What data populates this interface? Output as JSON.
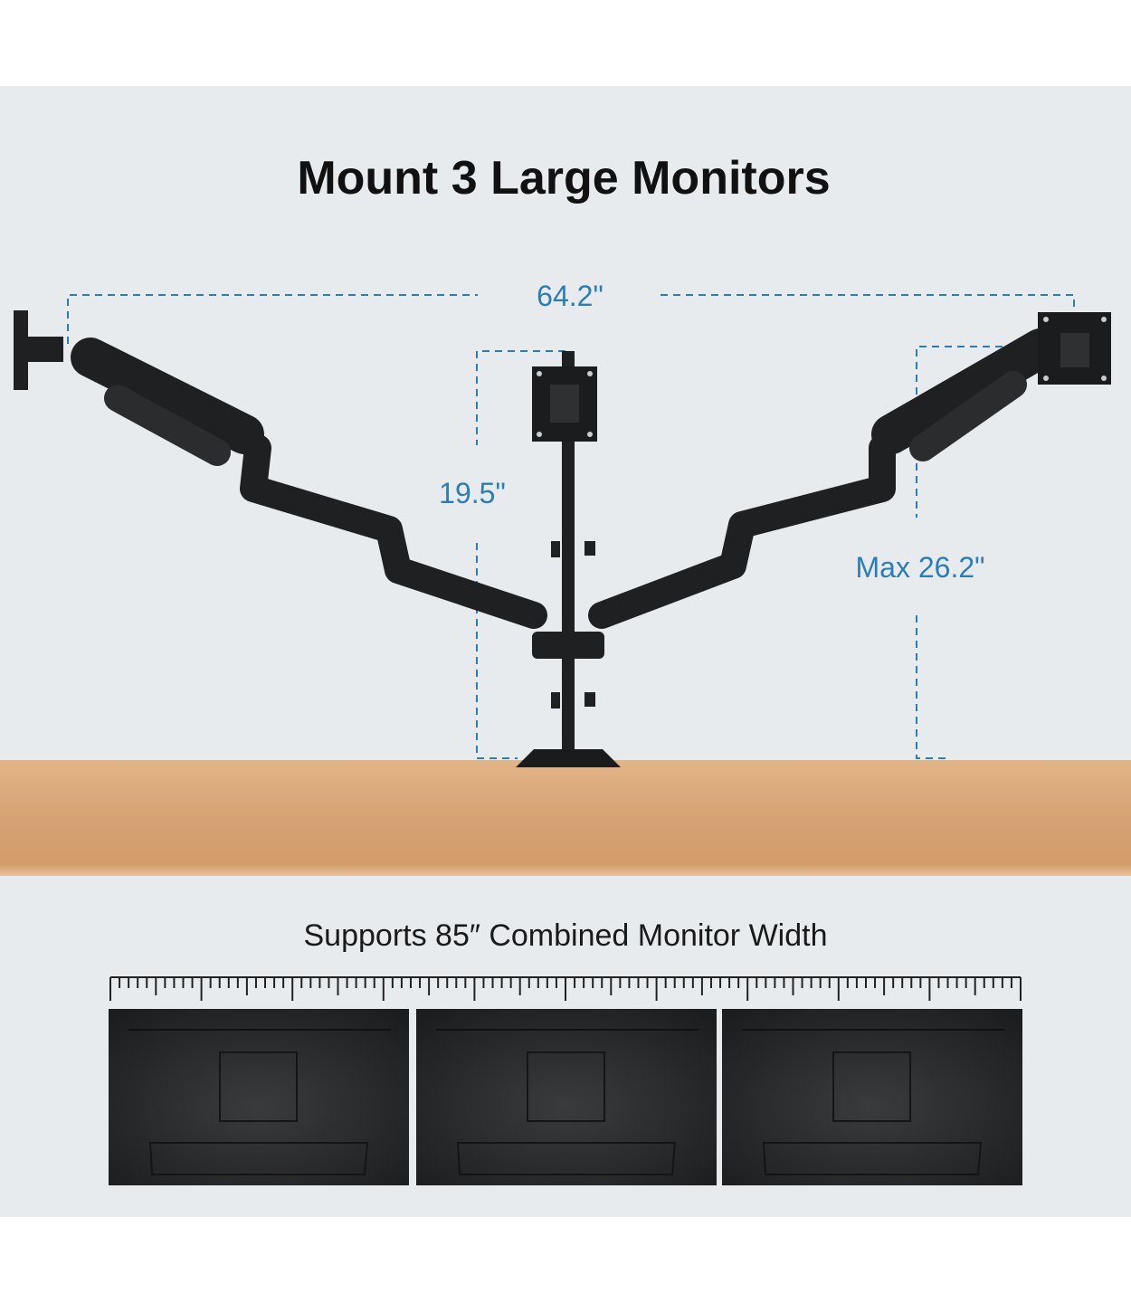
{
  "title": "Mount 3 Large Monitors",
  "dimensions": {
    "total_width": "64.2\"",
    "pole_height": "19.5\"",
    "max_height": "Max 26.2\""
  },
  "subtitle": "Supports 85″ Combined Monitor Width",
  "colors": {
    "dimension_line": "#2a7db5",
    "wall": "#e8ebee",
    "desk": "#d8a77a",
    "mount": "#1f2021",
    "monitor": "#2c2d2e"
  }
}
